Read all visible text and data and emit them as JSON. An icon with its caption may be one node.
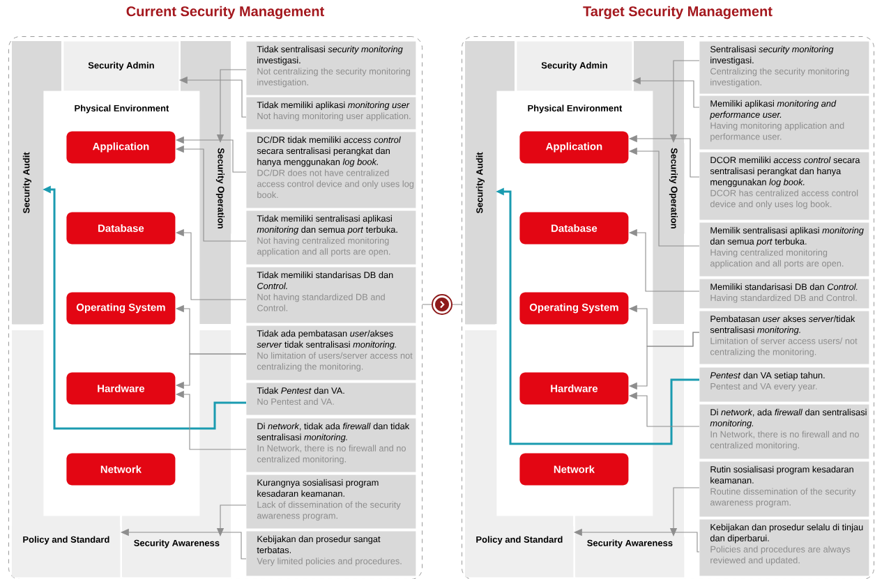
{
  "diagram": {
    "nodes": [
      {
        "text": [
          "Current Security Management"
        ]
      },
      {
        "text": [
          "Security Audit"
        ],
        "in": 0
      },
      {
        "text": [
          "Security Admin"
        ],
        "in": 0
      },
      {
        "text": [
          "Security Operation"
        ],
        "in": 0
      },
      {
        "text": [
          "Physical Environment"
        ],
        "in": 0
      },
      {
        "text": [
          "Application"
        ],
        "in": 4
      },
      {
        "text": [
          "Database"
        ],
        "in": 4
      },
      {
        "text": [
          "Operating System"
        ],
        "in": 4
      },
      {
        "text": [
          "Hardware"
        ],
        "in": 4
      },
      {
        "text": [
          "Network"
        ],
        "in": 4
      },
      {
        "text": [
          "Policy and Standard"
        ],
        "in": 0
      },
      {
        "text": [
          "Security Awareness"
        ],
        "in": 0
      },
      {
        "text": [
          "Tidak sentralisasi *security monitoring* investigasi.",
          "Not centralizing the security monitoring investigation."
        ],
        "in": 0
      },
      {
        "text": [
          "Tidak memiliki aplikasi *monitoring user*",
          "Not having monitoring user application."
        ],
        "in": 0
      },
      {
        "text": [
          "DC/DR tidak memiliki *access control* secara sentralisasi perangkat dan hanya menggunakan *log book.*",
          "DC/DR does not have centralized access control device and only uses log book."
        ],
        "in": 0
      },
      {
        "text": [
          "Tidak memiliki sentralisasi aplikasi *monitoring* dan semua *port* terbuka.",
          "Not having centralized monitoring application and all ports are open."
        ],
        "in": 0
      },
      {
        "text": [
          "Tidak memiliki standarisas DB dan *Control.*",
          "Not having standardized DB and Control."
        ],
        "in": 0
      },
      {
        "text": [
          "Tidak ada pembatasan *user*/akses *server* tidak sentralisasi *monitoring.*",
          "No limitation of users/server access not centralizing the monitoring."
        ],
        "in": 0
      },
      {
        "text": [
          "Tidak *Pentest* dan VA.",
          "No Pentest and VA."
        ],
        "in": 0
      },
      {
        "text": [
          "Di *network*, tidak ada *firewall* dan tidak sentralisasi *monitoring.*",
          "In Network, there is no firewall and no centralized monitoring."
        ],
        "in": 0
      },
      {
        "text": [
          "Kurangnya sosialisasi program kesadaran keamanan.",
          "Lack of dissemination of the security awareness program."
        ],
        "in": 0
      },
      {
        "text": [
          "Kebijakan dan prosedur sangat terbatas.",
          "Very limited policies and procedures."
        ],
        "in": 0
      },
      {
        "text": [
          "Target Security Management"
        ]
      },
      {
        "text": [
          "Security Audit"
        ],
        "in": 22
      },
      {
        "text": [
          "Security Admin"
        ],
        "in": 22
      },
      {
        "text": [
          "Security Operation"
        ],
        "in": 22
      },
      {
        "text": [
          "Physical Environment"
        ],
        "in": 22
      },
      {
        "text": [
          "Application"
        ],
        "in": 26
      },
      {
        "text": [
          "Database"
        ],
        "in": 26
      },
      {
        "text": [
          "Operating System"
        ],
        "in": 26
      },
      {
        "text": [
          "Hardware"
        ],
        "in": 26
      },
      {
        "text": [
          "Network"
        ],
        "in": 26
      },
      {
        "text": [
          "Policy and Standard"
        ],
        "in": 22
      },
      {
        "text": [
          "Security Awareness"
        ],
        "in": 22
      },
      {
        "text": [
          "Sentralisasi *security monitoring* investigasi.",
          "Centralizing the security monitoring investigation."
        ],
        "in": 22
      },
      {
        "text": [
          "Memiliki aplikasi *monitoring and performance user.*",
          "Having monitoring application and performance user."
        ],
        "in": 22
      },
      {
        "text": [
          "DCOR memiliki *access control* secara sentralisasi perangkat dan hanya menggunakan *log book.*",
          "DCOR has centralized access control device and only uses log book."
        ],
        "in": 22
      },
      {
        "text": [
          "Memilik sentralisasi aplikasi *monitoring* dan semua *port* terbuka.",
          "Having centralized monitoring application and all ports are open."
        ],
        "in": 22
      },
      {
        "text": [
          "Memiliki standarisasi DB dan *Control.*",
          "Having standardized DB and Control."
        ],
        "in": 22
      },
      {
        "text": [
          "Pembatasan *user* akses *server*/tidak sentralisasi *monitoring.*",
          "Limitation of server access users/ not centralizing the monitoring."
        ],
        "in": 22
      },
      {
        "text": [
          "*Pentest* dan VA setiap tahun.",
          "Pentest and VA every year."
        ],
        "in": 22
      },
      {
        "text": [
          "Di *network*, ada *firewall* dan sentralisasi *monitoring.*",
          "In Network, there is no firewall and no centralized monitoring."
        ],
        "in": 22
      },
      {
        "text": [
          "Rutin sosialisasi program kesadaran keamanan.",
          "Routine dissemination of the security awareness program."
        ],
        "in": 22
      },
      {
        "text": [
          "Kebijakan dan prosedur selalu di tinjau dan diperbarui.",
          "Policies and procedures are always reviewed and updated."
        ],
        "in": 22
      }
    ],
    "edges": [
      {
        "from": 12,
        "to": 3,
        "arrow": "to"
      },
      {
        "from": 13,
        "to": 2,
        "arrow": "to"
      },
      {
        "from": 14,
        "to": 5,
        "arrow": "to"
      },
      {
        "from": 15,
        "to": 5,
        "arrow": "to"
      },
      {
        "from": 16,
        "to": 6,
        "arrow": "to"
      },
      {
        "from": 17,
        "to": 7,
        "arrow": "to"
      },
      {
        "from": 17,
        "to": 8,
        "arrow": "to"
      },
      {
        "from": 18,
        "to": 1,
        "arrow": "to",
        "style": "thick",
        "color": "#1a9bb0"
      },
      {
        "from": 19,
        "to": 8,
        "arrow": "to"
      },
      {
        "from": 20,
        "to": 11,
        "arrow": "to"
      },
      {
        "from": 21,
        "to": 10,
        "arrow": "to"
      },
      {
        "from": 0,
        "to": 22,
        "arrow": "to"
      },
      {
        "from": 34,
        "to": 25,
        "arrow": "to"
      },
      {
        "from": 35,
        "to": 24,
        "arrow": "to"
      },
      {
        "from": 36,
        "to": 27,
        "arrow": "to"
      },
      {
        "from": 37,
        "to": 27,
        "arrow": "to"
      },
      {
        "from": 38,
        "to": 28,
        "arrow": "to"
      },
      {
        "from": 39,
        "to": 29,
        "arrow": "to"
      },
      {
        "from": 39,
        "to": 30,
        "arrow": "to"
      },
      {
        "from": 40,
        "to": 23,
        "arrow": "to",
        "style": "thick",
        "color": "#1a9bb0"
      },
      {
        "from": 41,
        "to": 30,
        "arrow": "to"
      },
      {
        "from": 42,
        "to": 33,
        "arrow": "to"
      },
      {
        "from": 43,
        "to": 32,
        "arrow": "to"
      }
    ]
  }
}
